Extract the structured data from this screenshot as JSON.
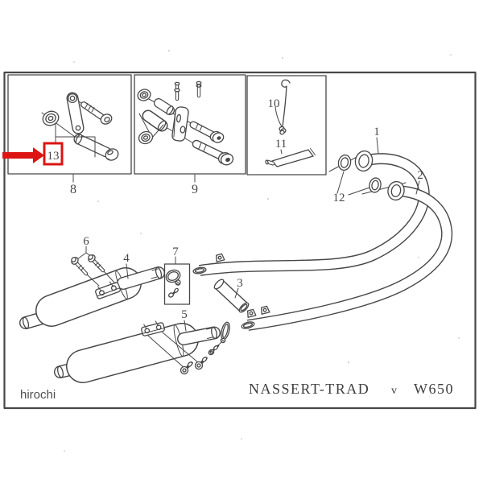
{
  "diagram": {
    "type": "exploded-parts-diagram",
    "product_caption": {
      "brand": "NASSERT-TRAD",
      "series": "v",
      "model": "W650"
    },
    "watermark": "hirochi",
    "ink_color": "#474747",
    "paper_color": "#ffffff",
    "highlight": {
      "part": "13",
      "color": "#dc1414"
    },
    "labels": {
      "p1": "1",
      "p2": "2",
      "p3": "3",
      "p4": "4",
      "p5": "5",
      "p6": "6",
      "p7": "7",
      "p8": "8",
      "p9": "9",
      "p10": "10",
      "p11": "11",
      "p12": "12",
      "p13": "13"
    }
  }
}
